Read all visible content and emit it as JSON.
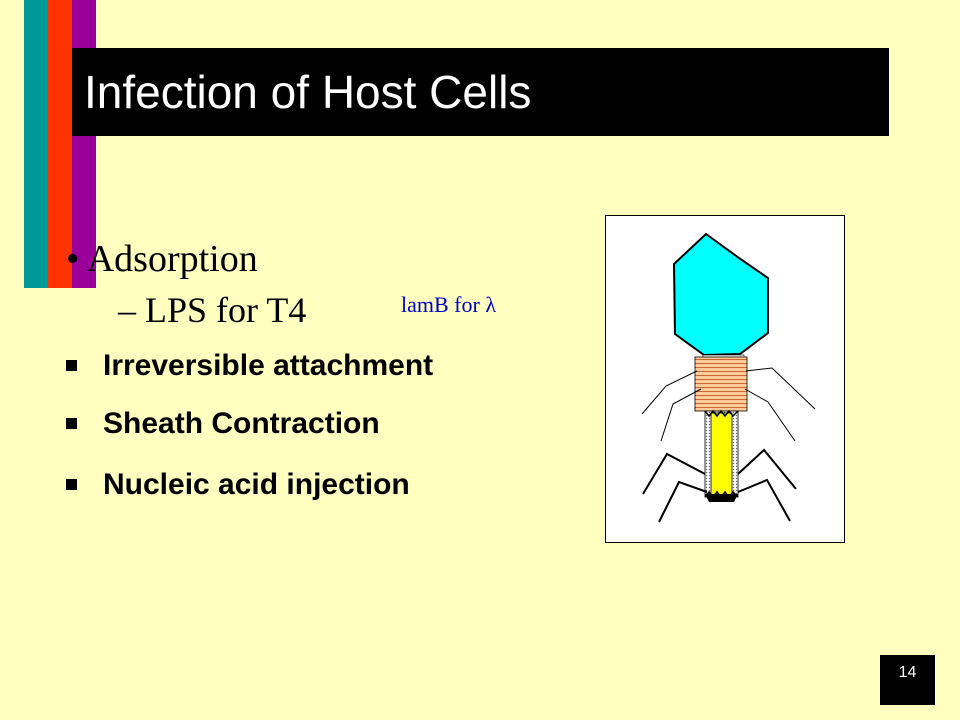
{
  "slide": {
    "title": "Infection of Host Cells",
    "number": "14"
  },
  "content": {
    "adsorption": "• Adsorption",
    "lps": "– LPS for T4",
    "lamb": "lamB for λ",
    "bullets": [
      "Irreversible attachment",
      "Sheath Contraction",
      "Nucleic acid injection"
    ]
  },
  "colors": {
    "background": "#ffffc0",
    "stripe_teal": "#009999",
    "stripe_red": "#ff3300",
    "stripe_purple": "#990099",
    "phage_head": "#00ffff",
    "phage_collar": "#ffcc99",
    "phage_tail_core": "#ffff00",
    "lamb_text": "#0000cc"
  },
  "illustration": {
    "icon": "bacteriophage-diagram"
  }
}
